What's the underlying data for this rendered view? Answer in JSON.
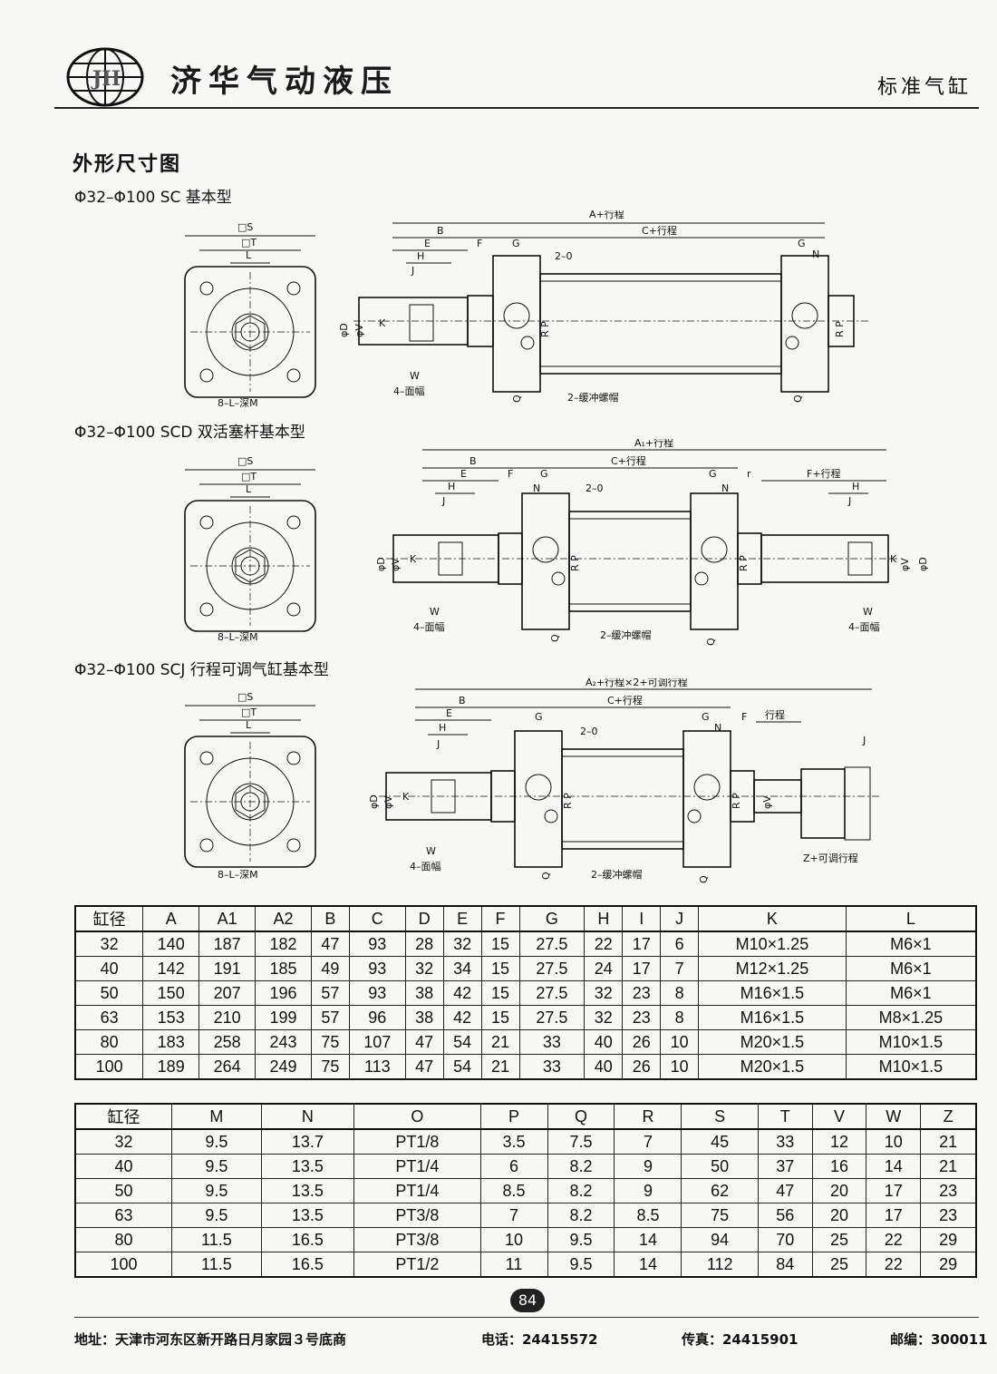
{
  "header": {
    "company": "济华气动液压",
    "category": "标准气缸"
  },
  "section_title": "外形尺寸图",
  "drawings": [
    {
      "title": "Φ32–Φ100  SC 基本型",
      "labels": {
        "s": "□S",
        "t": "□T",
        "l": "L",
        "depth": "8–L–深M",
        "a": "A+行程",
        "b": "B",
        "c": "C+行程",
        "e": "E",
        "f": "F",
        "g": "G",
        "g2": "G",
        "n": "N",
        "h": "H",
        "j": "J",
        "k": "K",
        "v": "φV",
        "d": "φD",
        "port": "2–0",
        "rp": "R P",
        "rp2": "R P",
        "w": "W",
        "faces": "4–面幅",
        "q": "Q",
        "q2": "Q",
        "cushion": "2–缓冲螺帽"
      }
    },
    {
      "title": "Φ32–Φ100  SCD  双活塞杆基本型",
      "labels": {
        "s": "□S",
        "t": "□T",
        "l": "L",
        "depth": "8–L–深M",
        "a": "A₁+行程",
        "b": "B",
        "c": "C+行程",
        "e": "E",
        "f": "F",
        "g": "G",
        "g2": "G",
        "n": "N",
        "n2": "N",
        "r": "r",
        "fplus": "F+行程",
        "h": "H",
        "h2": "H",
        "j": "J",
        "j2": "J",
        "k": "K",
        "k2": "K",
        "v": "φV",
        "v2": "φV",
        "d": "φD",
        "d2": "φD",
        "port": "2–0",
        "rp": "R P",
        "rp2": "R P",
        "w": "W",
        "w2": "W",
        "faces": "4–面幅",
        "faces2": "4–面幅",
        "q": "Q",
        "q2": "Q",
        "cushion": "2–缓冲螺帽"
      }
    },
    {
      "title": "Φ32–Φ100  SCJ 行程可调气缸基本型",
      "labels": {
        "s": "□S",
        "t": "□T",
        "l": "L",
        "depth": "8–L–深M",
        "a": "A₂+行程×2+可调行程",
        "b": "B",
        "c": "C+行程",
        "e": "E",
        "f": "F",
        "g": "G",
        "g2": "G",
        "n": "N",
        "stroke": "行程",
        "j2": "J",
        "h": "H",
        "j": "J",
        "k": "K",
        "v": "φV",
        "v2": "φV",
        "d": "φD",
        "port": "2–0",
        "rp": "R P",
        "rp2": "R P",
        "w": "W",
        "faces": "4–面幅",
        "q": "Q",
        "q2": "Q",
        "cushion": "2–缓冲螺帽",
        "z": "Z+可调行程"
      }
    }
  ],
  "table1": {
    "headers": [
      "缸径",
      "A",
      "A1",
      "A2",
      "B",
      "C",
      "D",
      "E",
      "F",
      "G",
      "H",
      "I",
      "J",
      "K",
      "L"
    ],
    "rows": [
      [
        "32",
        "140",
        "187",
        "182",
        "47",
        "93",
        "28",
        "32",
        "15",
        "27.5",
        "22",
        "17",
        "6",
        "M10×1.25",
        "M6×1"
      ],
      [
        "40",
        "142",
        "191",
        "185",
        "49",
        "93",
        "32",
        "34",
        "15",
        "27.5",
        "24",
        "17",
        "7",
        "M12×1.25",
        "M6×1"
      ],
      [
        "50",
        "150",
        "207",
        "196",
        "57",
        "93",
        "38",
        "42",
        "15",
        "27.5",
        "32",
        "23",
        "8",
        "M16×1.5",
        "M6×1"
      ],
      [
        "63",
        "153",
        "210",
        "199",
        "57",
        "96",
        "38",
        "42",
        "15",
        "27.5",
        "32",
        "23",
        "8",
        "M16×1.5",
        "M8×1.25"
      ],
      [
        "80",
        "183",
        "258",
        "243",
        "75",
        "107",
        "47",
        "54",
        "21",
        "33",
        "40",
        "26",
        "10",
        "M20×1.5",
        "M10×1.5"
      ],
      [
        "100",
        "189",
        "264",
        "249",
        "75",
        "113",
        "47",
        "54",
        "21",
        "33",
        "40",
        "26",
        "10",
        "M20×1.5",
        "M10×1.5"
      ]
    ]
  },
  "table2": {
    "headers": [
      "缸径",
      "M",
      "N",
      "O",
      "P",
      "Q",
      "R",
      "S",
      "T",
      "V",
      "W",
      "Z"
    ],
    "rows": [
      [
        "32",
        "9.5",
        "13.7",
        "PT1/8",
        "3.5",
        "7.5",
        "7",
        "45",
        "33",
        "12",
        "10",
        "21"
      ],
      [
        "40",
        "9.5",
        "13.5",
        "PT1/4",
        "6",
        "8.2",
        "9",
        "50",
        "37",
        "16",
        "14",
        "21"
      ],
      [
        "50",
        "9.5",
        "13.5",
        "PT1/4",
        "8.5",
        "8.2",
        "9",
        "62",
        "47",
        "20",
        "17",
        "23"
      ],
      [
        "63",
        "9.5",
        "13.5",
        "PT3/8",
        "7",
        "8.2",
        "8.5",
        "75",
        "56",
        "20",
        "17",
        "23"
      ],
      [
        "80",
        "11.5",
        "16.5",
        "PT3/8",
        "10",
        "9.5",
        "14",
        "94",
        "70",
        "25",
        "22",
        "29"
      ],
      [
        "100",
        "11.5",
        "16.5",
        "PT1/2",
        "11",
        "9.5",
        "14",
        "112",
        "84",
        "25",
        "22",
        "29"
      ]
    ]
  },
  "page_number": "84",
  "footer": {
    "address": "地址：天津市河东区新开路日月家园３号底商",
    "phone": "电话：24415572",
    "fax": "传真：24415901",
    "postcode": "邮编：300011"
  }
}
